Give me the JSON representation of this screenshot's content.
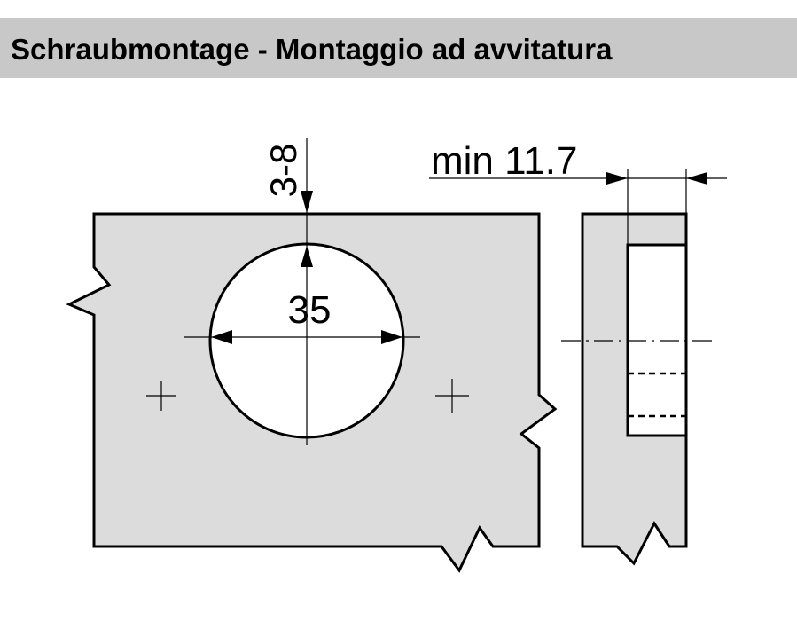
{
  "header": {
    "title": "Schraubmontage - Montaggio ad avvitatura"
  },
  "dimensions": {
    "bore_diameter": "35",
    "edge_distance": "3-8",
    "min_depth": "min 11.7"
  },
  "colors": {
    "panel_fill": "#dcdcdc",
    "header_bg": "#c8c8c8",
    "stroke": "#000000"
  }
}
